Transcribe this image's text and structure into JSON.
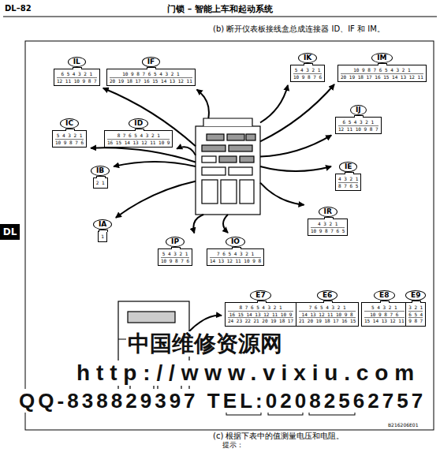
{
  "diagram": {
    "title": "门锁 – 智能上车和起动系统",
    "nodes": [
      {
        "text": [
          "IL",
          "6 5 4 3 2 1",
          "12 11 10 9 8 7"
        ]
      },
      {
        "text": [
          "IF",
          "10 9 8 7 6 5 4 3 2 1",
          "20 19 18 17 16 15 14 13 12 11"
        ]
      },
      {
        "text": [
          "IK",
          "5 4 3 2 1",
          "10 9 8 7 6"
        ]
      },
      {
        "text": [
          "IM",
          "10 9 8 7 6 5 4 3 2 1",
          "20 19 18 17 16 15 14 13 12 11"
        ]
      },
      {
        "text": [
          "IC",
          "5 4 3 2 1",
          "10 9 8 7 6"
        ]
      },
      {
        "text": [
          "ID",
          "8 7 6 5 4 3 2 1",
          "16 15 14 13 12 11 10 9"
        ]
      },
      {
        "text": [
          "IJ",
          "6 5 4 3 2 1",
          "12 11 10 9 8 7"
        ]
      },
      {
        "text": [
          "IB",
          "2 1"
        ]
      },
      {
        "text": [
          "IE",
          "4 3 2 1",
          "8 7 6 5"
        ]
      },
      {
        "text": [
          "IA",
          "1"
        ]
      },
      {
        "text": [
          "IR",
          "4 3 2 1",
          "10 9 8 7 6 5"
        ]
      },
      {
        "text": [
          "IP",
          "5 4 3 2 1",
          "10 9 8 7 6"
        ]
      },
      {
        "text": [
          "IO",
          "7 6 5 4 3 2 1",
          "14 13 12 11 10 9 8"
        ]
      },
      {
        "text": [
          "E7",
          "8 7 6 5 4 3 2 1",
          "16 15 14 13 12 11 10 9",
          "24 23 22 21 20 19 18 17"
        ]
      },
      {
        "text": [
          "E6",
          "7 6 5 4 3 2 1",
          "14 13 12 11 10 9 8",
          "21 20 19 18 17 16 15"
        ]
      },
      {
        "text": [
          "E8",
          "5 4 3 2 1",
          "10 9 8 7 6",
          "15 14 13 12 11"
        ]
      },
      {
        "text": [
          "E9",
          "3 2 1",
          "6 5 4",
          "9 8 7"
        ]
      }
    ],
    "labels": [
      "DL–82",
      "(b) 断开仪表板接线盒总成连接器 ID、IF 和 IM。",
      "DL",
      "中国维修资源网",
      "http://www.vixiu.com",
      "QQ-838829397 TEL:02082562757",
      "B216206E01",
      "(c) 根据下表中的值测量电压和电阻。",
      "提示："
    ]
  }
}
